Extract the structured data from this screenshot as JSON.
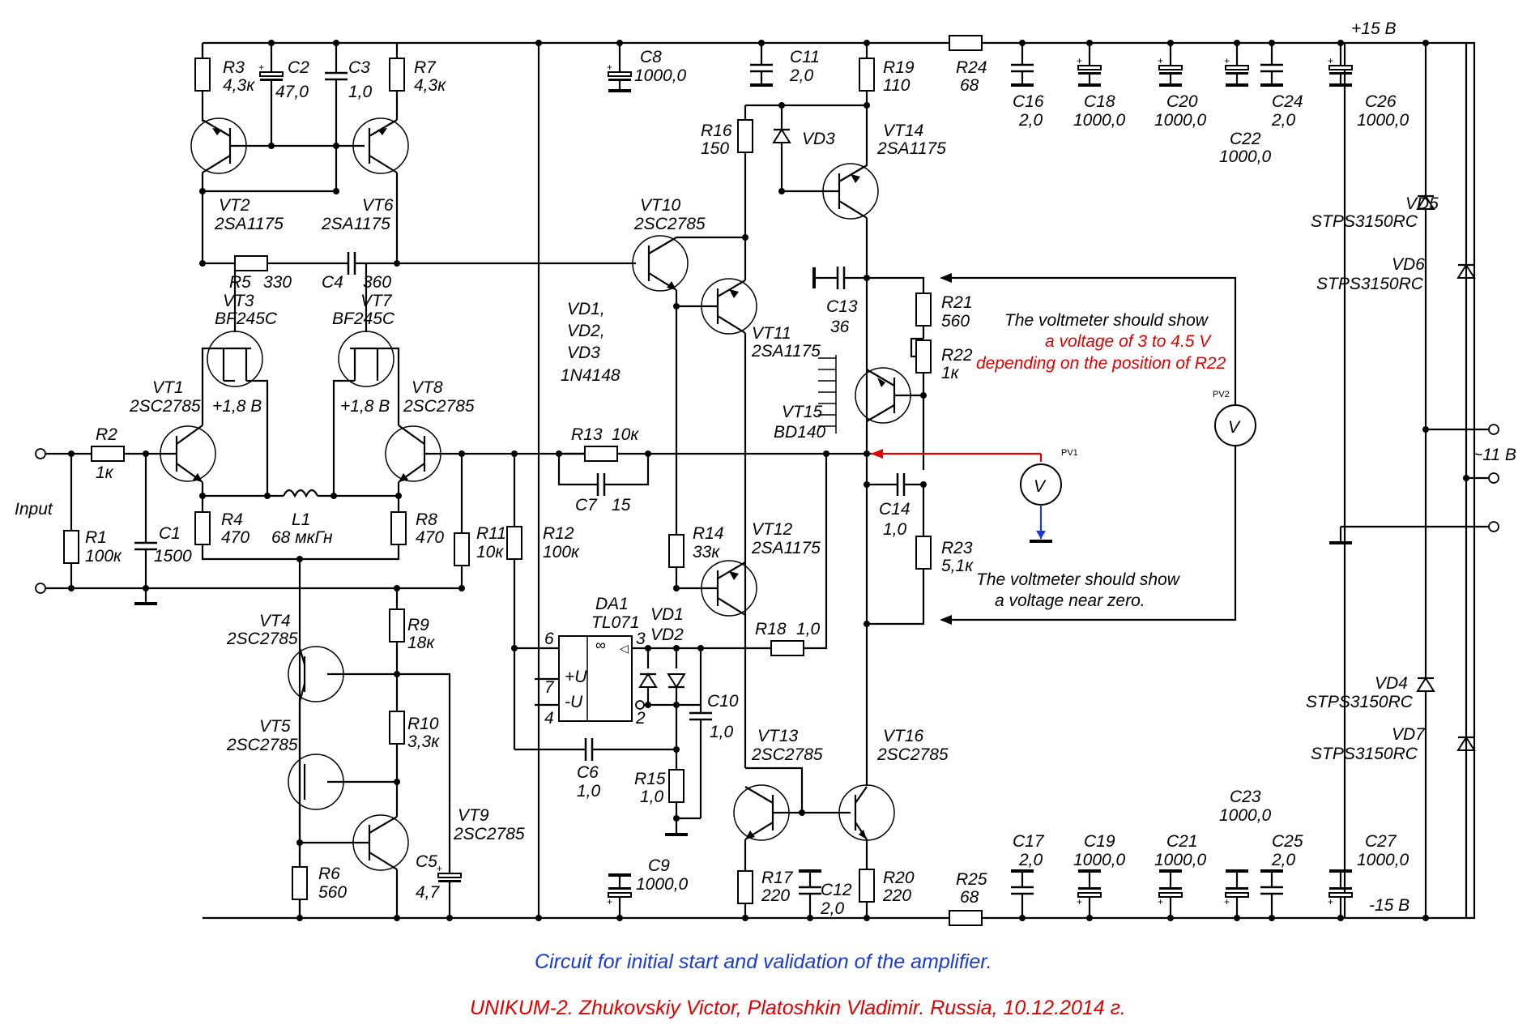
{
  "supply": {
    "pos": "+15 B",
    "neg": "-15 B",
    "ac": "~11 B"
  },
  "input_label": "Input",
  "components": {
    "R1": {
      "ref": "R1",
      "val": "100к"
    },
    "R2": {
      "ref": "R2",
      "val": "1к"
    },
    "R3": {
      "ref": "R3",
      "val": "4,3к"
    },
    "R4": {
      "ref": "R4",
      "val": "470"
    },
    "R5": {
      "ref": "R5",
      "val": "330"
    },
    "R6": {
      "ref": "R6",
      "val": "560"
    },
    "R7": {
      "ref": "R7",
      "val": "4,3к"
    },
    "R8": {
      "ref": "R8",
      "val": "470"
    },
    "R9": {
      "ref": "R9",
      "val": "18к"
    },
    "R10": {
      "ref": "R10",
      "val": "3,3к"
    },
    "R11": {
      "ref": "R11",
      "val": "10к"
    },
    "R12": {
      "ref": "R12",
      "val": "100к"
    },
    "R13": {
      "ref": "R13",
      "val": "10к"
    },
    "R14": {
      "ref": "R14",
      "val": "33к"
    },
    "R15": {
      "ref": "R15",
      "val": "1,0"
    },
    "R16": {
      "ref": "R16",
      "val": "150"
    },
    "R17": {
      "ref": "R17",
      "val": "220"
    },
    "R18": {
      "ref": "R18",
      "val": "1,0"
    },
    "R19": {
      "ref": "R19",
      "val": "110"
    },
    "R20": {
      "ref": "R20",
      "val": "220"
    },
    "R21": {
      "ref": "R21",
      "val": "560"
    },
    "R22": {
      "ref": "R22",
      "val": "1к"
    },
    "R23": {
      "ref": "R23",
      "val": "5,1к"
    },
    "R24": {
      "ref": "R24",
      "val": "68"
    },
    "R25": {
      "ref": "R25",
      "val": "68"
    },
    "C1": {
      "ref": "C1",
      "val": "1500"
    },
    "C2": {
      "ref": "C2",
      "val": "47,0"
    },
    "C3": {
      "ref": "C3",
      "val": "1,0"
    },
    "C4": {
      "ref": "C4",
      "val": "360"
    },
    "C5": {
      "ref": "C5",
      "val": "4,7"
    },
    "C6": {
      "ref": "C6",
      "val": "1,0"
    },
    "C7": {
      "ref": "C7",
      "val": "15"
    },
    "C8": {
      "ref": "C8",
      "val": "1000,0"
    },
    "C9": {
      "ref": "C9",
      "val": "1000,0"
    },
    "C10": {
      "ref": "C10",
      "val": "1,0"
    },
    "C11": {
      "ref": "C11",
      "val": "2,0"
    },
    "C12": {
      "ref": "C12",
      "val": "2,0"
    },
    "C13": {
      "ref": "C13",
      "val": "36"
    },
    "C14": {
      "ref": "C14",
      "val": "1,0"
    },
    "C16": {
      "ref": "C16",
      "val": "2,0"
    },
    "C17": {
      "ref": "C17",
      "val": "2,0"
    },
    "C18": {
      "ref": "C18",
      "val": "1000,0"
    },
    "C19": {
      "ref": "C19",
      "val": "1000,0"
    },
    "C20": {
      "ref": "C20",
      "val": "1000,0"
    },
    "C21": {
      "ref": "C21",
      "val": "1000,0"
    },
    "C22": {
      "ref": "C22",
      "val": "1000,0"
    },
    "C23": {
      "ref": "C23",
      "val": "1000,0"
    },
    "C24": {
      "ref": "C24",
      "val": "2,0"
    },
    "C25": {
      "ref": "C25",
      "val": "2,0"
    },
    "C26": {
      "ref": "C26",
      "val": "1000,0"
    },
    "C27": {
      "ref": "C27",
      "val": "1000,0"
    },
    "L1": {
      "ref": "L1",
      "val": "68 мкГн"
    },
    "VT1": {
      "ref": "VT1",
      "val": "2SC2785"
    },
    "VT2": {
      "ref": "VT2",
      "val": "2SA1175"
    },
    "VT3": {
      "ref": "VT3",
      "val": "BF245C"
    },
    "VT4": {
      "ref": "VT4",
      "val": "2SC2785"
    },
    "VT5": {
      "ref": "VT5",
      "val": "2SC2785"
    },
    "VT6": {
      "ref": "VT6",
      "val": "2SA1175"
    },
    "VT7": {
      "ref": "VT7",
      "val": "BF245C"
    },
    "VT8": {
      "ref": "VT8",
      "val": "2SC2785"
    },
    "VT9": {
      "ref": "VT9",
      "val": "2SC2785"
    },
    "VT10": {
      "ref": "VT10",
      "val": "2SC2785"
    },
    "VT11": {
      "ref": "VT11",
      "val": "2SA1175"
    },
    "VT12": {
      "ref": "VT12",
      "val": "2SA1175"
    },
    "VT13": {
      "ref": "VT13",
      "val": "2SC2785"
    },
    "VT14": {
      "ref": "VT14",
      "val": "2SA1175"
    },
    "VT15": {
      "ref": "VT15",
      "val": "BD140"
    },
    "VT16": {
      "ref": "VT16",
      "val": "2SC2785"
    },
    "VD3": {
      "ref": "VD3"
    },
    "VD5": {
      "ref": "VD5",
      "val": "STPS3150RC"
    },
    "VD6": {
      "ref": "VD6",
      "val": "STPS3150RC"
    },
    "VD4": {
      "ref": "VD4",
      "val": "STPS3150RC"
    },
    "VD7": {
      "ref": "VD7",
      "val": "STPS3150RC"
    },
    "DA1": {
      "ref": "DA1",
      "val": "TL071"
    }
  },
  "vd_group": [
    "VD1,",
    "VD2,",
    "VD3",
    "1N4148"
  ],
  "vd12": {
    "a": "VD1",
    "b": "VD2"
  },
  "jfet_voltage": {
    "left": "+1,8 B",
    "right": "+1,8 B"
  },
  "opamp": {
    "inf": "∞",
    "pin6": "6",
    "pin3": "3",
    "pin7": "7",
    "pin4": "4",
    "pin2": "2",
    "pos": "+U",
    "neg": "-U"
  },
  "meters": {
    "pv1": "PV1",
    "pv2": "PV2",
    "v": "V"
  },
  "notes": {
    "top1": "The voltmeter should show",
    "top2": "a voltage of 3 to 4.5 V",
    "top3": "depending on the position of R22",
    "bot1": "The voltmeter should show",
    "bot2": "a voltage near zero."
  },
  "caption1": "Circuit for initial start and validation of the amplifier.",
  "caption2": "UNIKUM-2. Zhukovskiy Victor, Platoshkin Vladimir. Russia, 10.12.2014 г.",
  "colors": {
    "wire": "#000000",
    "red": "#e00000",
    "blue": "#1a3ad8"
  }
}
